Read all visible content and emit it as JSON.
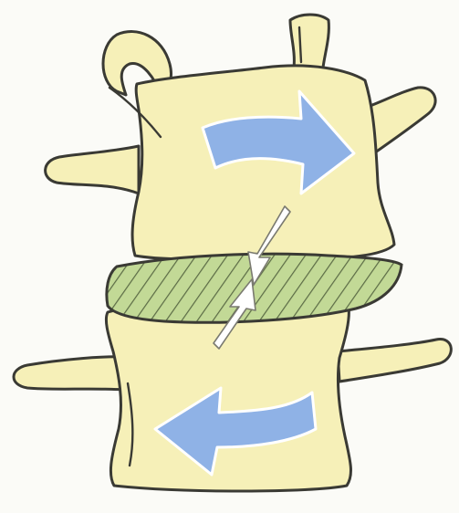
{
  "diagram": {
    "subject": "lumbar-motion-segment-torsion",
    "elements": [
      "upper-vertebra",
      "intervertebral-disc",
      "lower-vertebra",
      "rotation-arrow-right",
      "rotation-arrow-left",
      "compression-arrows"
    ]
  },
  "colors": {
    "bone_fill": "#f6f0b8",
    "outline": "#3a3a34",
    "disc_fill": "#c2d996",
    "disc_hatch": "#5b6b45",
    "arrow_fill": "#8fb2e6",
    "arrow_stroke": "#ffffff",
    "background": "#fbfbf7"
  },
  "icons": {
    "rotation_upper": "curved-arrow-right-icon",
    "rotation_lower": "curved-arrow-left-icon",
    "shear": "opposing-arrows-icon"
  }
}
